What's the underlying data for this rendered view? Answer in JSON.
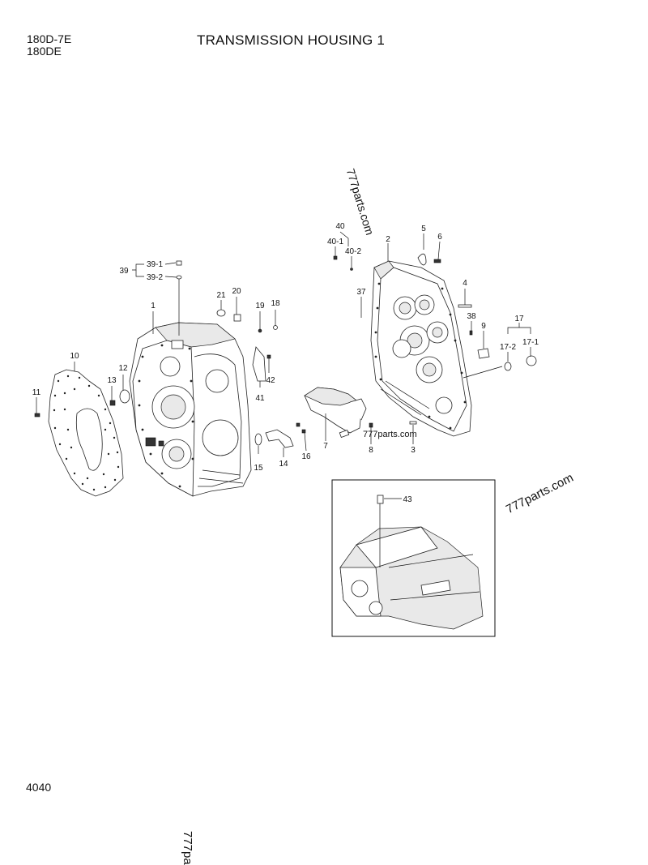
{
  "header": {
    "model_line1": "180D-7E",
    "model_line2": "180DE",
    "title": "TRANSMISSION HOUSING 1"
  },
  "page_number": "4040",
  "watermarks": [
    "777parts.com",
    "777parts.com",
    "777parts.com",
    "777pa"
  ],
  "callouts": [
    {
      "id": "1"
    },
    {
      "id": "2"
    },
    {
      "id": "3"
    },
    {
      "id": "4"
    },
    {
      "id": "5"
    },
    {
      "id": "6"
    },
    {
      "id": "7"
    },
    {
      "id": "8"
    },
    {
      "id": "9"
    },
    {
      "id": "10"
    },
    {
      "id": "11"
    },
    {
      "id": "12"
    },
    {
      "id": "13"
    },
    {
      "id": "14"
    },
    {
      "id": "15"
    },
    {
      "id": "16"
    },
    {
      "id": "17"
    },
    {
      "id": "17-1"
    },
    {
      "id": "17-2"
    },
    {
      "id": "18"
    },
    {
      "id": "19"
    },
    {
      "id": "20"
    },
    {
      "id": "21"
    },
    {
      "id": "37"
    },
    {
      "id": "38"
    },
    {
      "id": "39"
    },
    {
      "id": "39-1"
    },
    {
      "id": "39-2"
    },
    {
      "id": "40"
    },
    {
      "id": "40-1"
    },
    {
      "id": "40-2"
    },
    {
      "id": "41"
    },
    {
      "id": "42"
    },
    {
      "id": "43"
    }
  ]
}
